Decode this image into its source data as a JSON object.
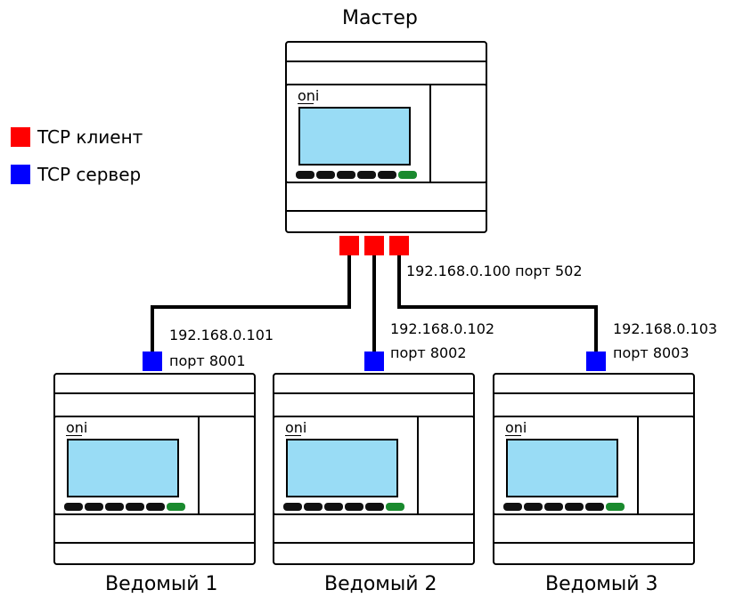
{
  "legend": [
    {
      "label": "TCP клиент",
      "color": "#ff0000"
    },
    {
      "label": "TCP сервер",
      "color": "#0000ff"
    }
  ],
  "master": {
    "title": "Мастер",
    "brand": "oni",
    "address": "192.168.0.100 порт 502"
  },
  "slaves": [
    {
      "title": "Ведомый 1",
      "brand": "oni",
      "ip": "192.168.0.101",
      "port": "порт 8001"
    },
    {
      "title": "Ведомый 2",
      "brand": "oni",
      "ip": "192.168.0.102",
      "port": "порт 8002"
    },
    {
      "title": "Ведомый 3",
      "brand": "oni",
      "ip": "192.168.0.103",
      "port": "порт 8003"
    }
  ],
  "colors": {
    "client_port": "#ff0000",
    "server_port": "#0000ff",
    "screen": "#99dcf5",
    "status_button": "#1a8a2e"
  }
}
